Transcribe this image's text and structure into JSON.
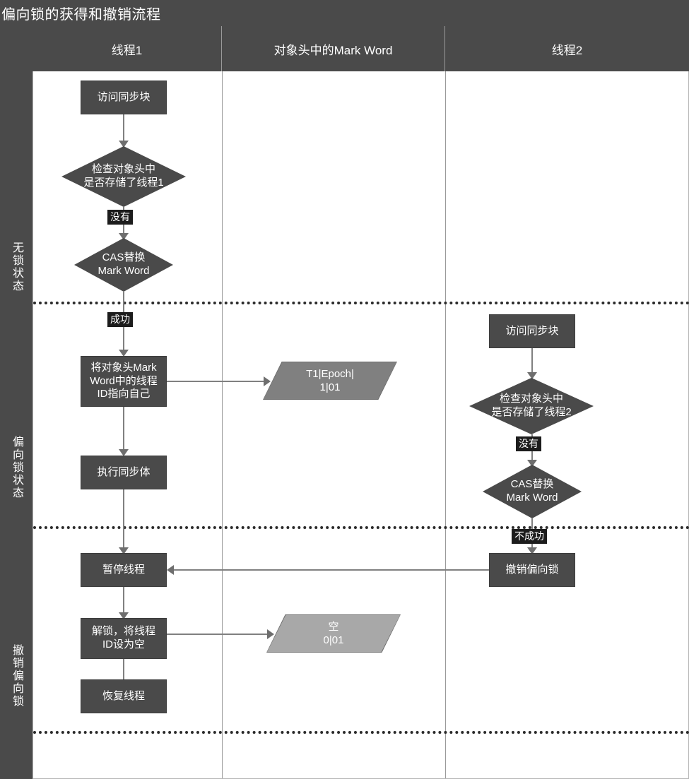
{
  "title": "偏向锁的获得和撤销流程",
  "colors": {
    "header_bg": "#4a4a4a",
    "node_fill": "#4a4a4a",
    "node_text": "#ffffff",
    "parallelogram_dark": "#808080",
    "parallelogram_light": "#a8a8a8",
    "connector": "#808080",
    "label_bg": "#1c1c1c",
    "canvas_bg": "#ffffff",
    "lane_divider": "#2b2b2b"
  },
  "lanes": [
    {
      "label": "无锁状态"
    },
    {
      "label": "偏向锁状态"
    },
    {
      "label": "撤销偏向锁"
    }
  ],
  "columns": [
    {
      "label": "线程1"
    },
    {
      "label": "对象头中的Mark Word"
    },
    {
      "label": "线程2"
    }
  ],
  "nodes": {
    "t1_access": "访问同步块",
    "t1_check": "检查对象头中\n是否存储了线程1",
    "t1_cas": "CAS替换\nMark Word",
    "t1_point_self": "将对象头Mark\nWord中的线程\nID指向自己",
    "t1_exec_body": "执行同步体",
    "t1_pause": "暂停线程",
    "t1_unlock": "解锁，将线程\nID设为空",
    "t1_resume": "恢复线程",
    "mw_biased_line1": "T1|Epoch|",
    "mw_biased_line2": "1|01",
    "mw_empty_line1": "空",
    "mw_empty_line2": "0|01",
    "t2_access": "访问同步块",
    "t2_check": "检查对象头中\n是否存储了线程2",
    "t2_cas": "CAS替换\nMark Word",
    "t2_revoke": "撤销偏向锁"
  },
  "node_lines": {
    "t1_check": [
      "检查对象头中",
      "是否存储了线程1"
    ],
    "t1_cas": [
      "CAS替换",
      "Mark Word"
    ],
    "t1_point_self": [
      "将对象头Mark",
      "Word中的线程",
      "ID指向自己"
    ],
    "t1_unlock": [
      "解锁，将线程",
      "ID设为空"
    ],
    "t2_check": [
      "检查对象头中",
      "是否存储了线程2"
    ],
    "t2_cas": [
      "CAS替换",
      "Mark Word"
    ]
  },
  "edge_labels": {
    "t1_no": "没有",
    "t1_success": "成功",
    "t2_no": "没有",
    "t2_fail": "不成功"
  }
}
